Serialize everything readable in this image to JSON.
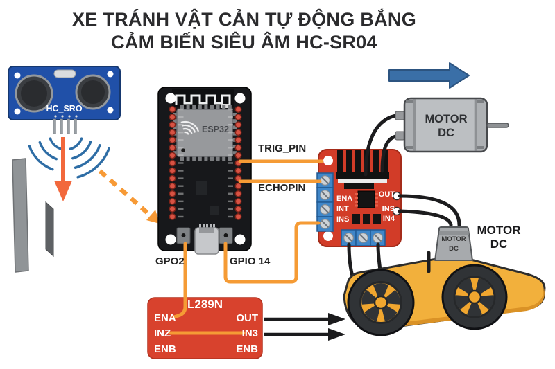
{
  "title": {
    "line1": "XE TRÁNH VẬT CẢN TỰ ĐỘNG BẮNG",
    "line2": "CẢM BIẾN SIÊU ÂM HC-SR04"
  },
  "sensor": {
    "label": "HC_SRO"
  },
  "esp32": {
    "chip": "ESP32",
    "gpo2": "GPO2",
    "gpio14": "GPIO 14"
  },
  "signals": {
    "trig": "TRIG_PIN",
    "echo": "ECHOPIN"
  },
  "driver": {
    "left_pins": [
      "ENA",
      "INT",
      "INS"
    ],
    "right_pins": [
      "OUT",
      "INS",
      "IN4"
    ]
  },
  "motor_right": {
    "line1": "MOTOR",
    "line2": "DC"
  },
  "motor_left": {
    "inner_line1": "MOTOR",
    "inner_line2": "DC",
    "outer_line1": "MOTOR",
    "outer_line2": "DC"
  },
  "logic_box": {
    "title": "L289N",
    "left_pins": [
      "ENA",
      "INZ",
      "ENB"
    ],
    "right_pins": [
      "OUT",
      "IN3",
      "ENB"
    ]
  },
  "colors": {
    "wire_orange": "#F59B35",
    "driver_red": "#D23C28",
    "box_red": "#D8422D",
    "arrow_blue": "#3A6FA7",
    "sensor_blue": "#2050A8",
    "car_yellow": "#F2B03C",
    "wave_blue": "#2E6DA5",
    "arrow_orange": "#F2683C"
  }
}
